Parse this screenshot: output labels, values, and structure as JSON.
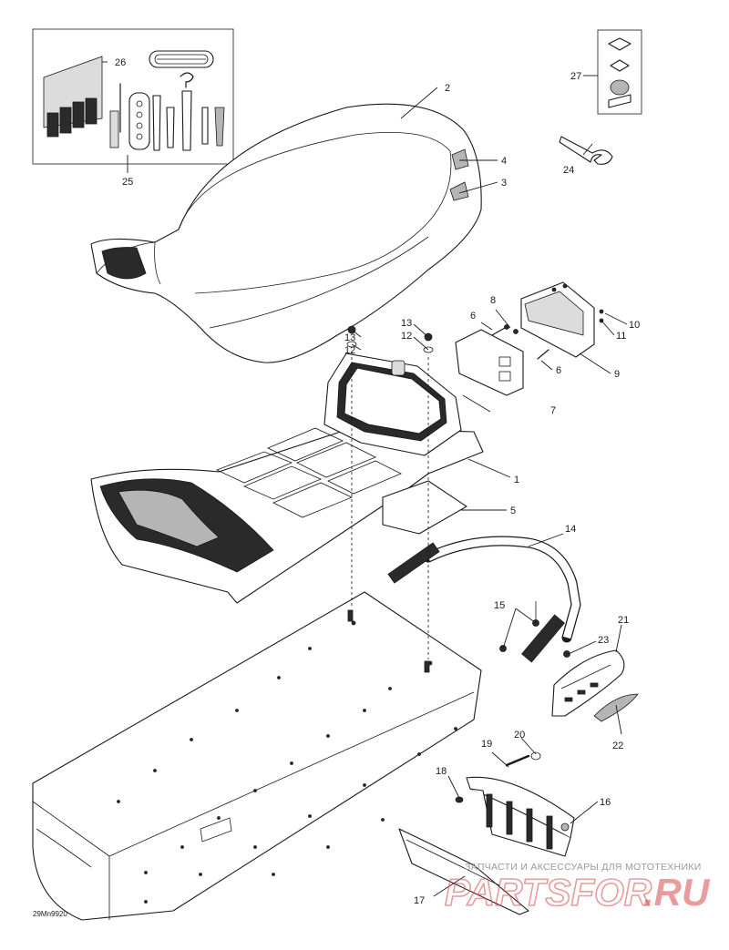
{
  "diagram": {
    "drawing_code": "29Mn9920",
    "labels": [
      {
        "id": "1",
        "text": "1"
      },
      {
        "id": "2",
        "text": "2"
      },
      {
        "id": "3",
        "text": "3"
      },
      {
        "id": "4",
        "text": "4"
      },
      {
        "id": "5",
        "text": "5"
      },
      {
        "id": "6a",
        "text": "6"
      },
      {
        "id": "6b",
        "text": "6"
      },
      {
        "id": "7",
        "text": "7"
      },
      {
        "id": "8",
        "text": "8"
      },
      {
        "id": "9",
        "text": "9"
      },
      {
        "id": "10",
        "text": "10"
      },
      {
        "id": "11",
        "text": "11"
      },
      {
        "id": "12a",
        "text": "12"
      },
      {
        "id": "12b",
        "text": "12"
      },
      {
        "id": "13a",
        "text": "13"
      },
      {
        "id": "13b",
        "text": "13"
      },
      {
        "id": "14",
        "text": "14"
      },
      {
        "id": "15",
        "text": "15"
      },
      {
        "id": "16",
        "text": "16"
      },
      {
        "id": "17",
        "text": "17"
      },
      {
        "id": "18",
        "text": "18"
      },
      {
        "id": "19",
        "text": "19"
      },
      {
        "id": "20",
        "text": "20"
      },
      {
        "id": "21",
        "text": "21"
      },
      {
        "id": "22",
        "text": "22"
      },
      {
        "id": "23",
        "text": "23"
      },
      {
        "id": "24",
        "text": "24"
      },
      {
        "id": "25",
        "text": "25"
      },
      {
        "id": "26",
        "text": "26"
      },
      {
        "id": "27",
        "text": "27"
      }
    ]
  },
  "watermark": {
    "tagline": "ЗАПЧАСТИ И АКСЕССУАРЫ ДЛЯ МОТОТЕХНИКИ",
    "logo_main": "PARTSFOR",
    "logo_suffix": ".RU",
    "accent_color": "#d94a4a"
  }
}
